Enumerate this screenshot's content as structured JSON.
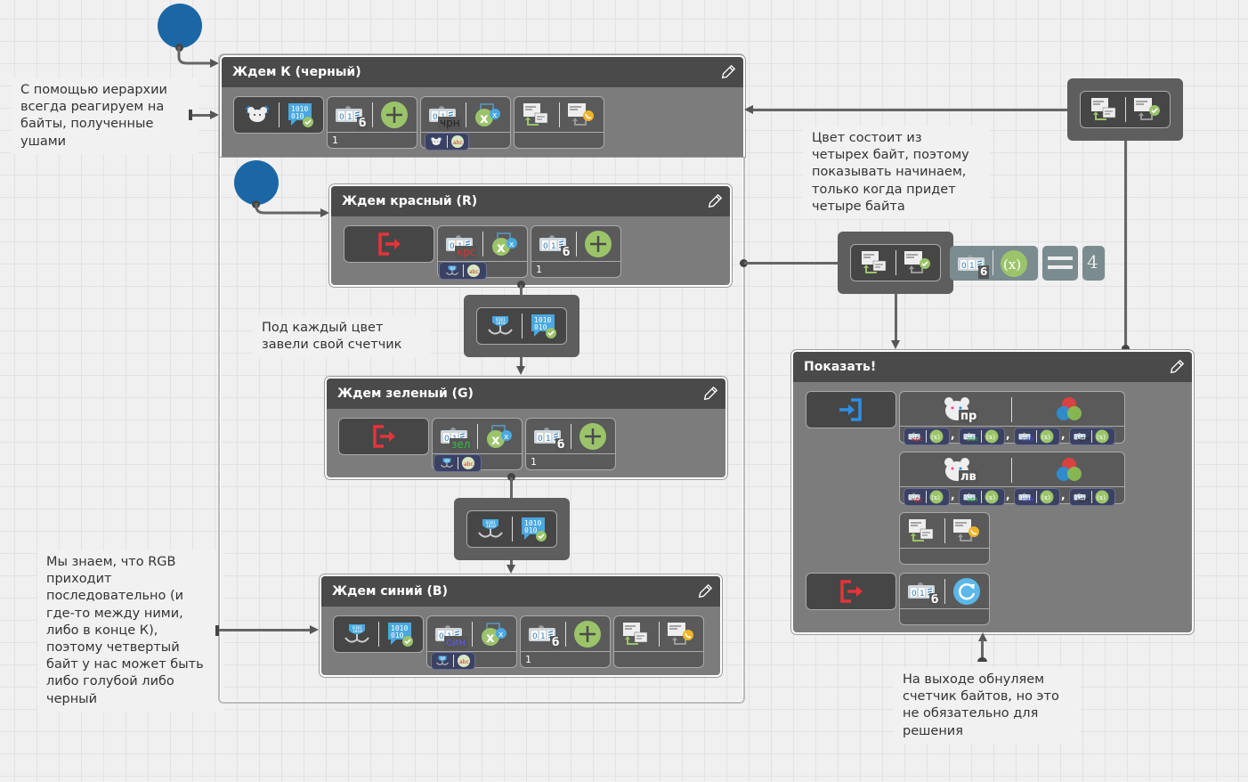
{
  "notes": {
    "hierarchy": "С помощью иерархии\nвсегда реагируем на\nбайты, полученные\nушами",
    "four_bytes": "Цвет состоит из\nчетырех байт, поэтому\nпоказывать начинаем,\nтолько когда придет\nчетыре байта",
    "per_color": "Под каждый цвет\nзавели свой счетчик",
    "rgb_order": "Мы знаем, что RGB\nприходит\nпоследовательно (и\nгде-то между ними,\nлибо в конце К),\nпоэтому четвертый\nбайт у нас может быть\nлибо голубой либо\nчерный",
    "reset": "На выходе обнуляем\nсчетчик байтов, но это\nне обязательно для\nрешения"
  },
  "states": {
    "black": {
      "title": "Ждем К (черный)",
      "counter_value": "1",
      "var_label": "чрн"
    },
    "red": {
      "title": "Ждем красный (R)",
      "counter_value": "1",
      "var_label": "крс"
    },
    "green": {
      "title": "Ждем зеленый (G)",
      "counter_value": "1",
      "var_label": "зел"
    },
    "blue": {
      "title": "Ждем синий (B)",
      "counter_value": "1",
      "var_label": "син"
    },
    "show": {
      "title": "Показать!",
      "right_label": "пр",
      "left_label": "лв",
      "color_args": [
        {
          "label": "крс",
          "color": "#e03030"
        },
        {
          "label": "зел",
          "color": "#2ec040"
        },
        {
          "label": "син",
          "color": "#5050e0"
        },
        {
          "label": "чрн",
          "color": "#222222"
        }
      ],
      "comma": ","
    }
  },
  "counter_badge": "б",
  "condition": {
    "operator": "=",
    "value": "4",
    "var_badge": "6"
  },
  "colors": {
    "start_node": "#1b67a6",
    "state_head": "#4a4a4a",
    "state_body": "#7c7c7c",
    "accent_green": "#9bc46a",
    "exit_red": "#e8323a",
    "enter_blue": "#2f8fe6"
  }
}
